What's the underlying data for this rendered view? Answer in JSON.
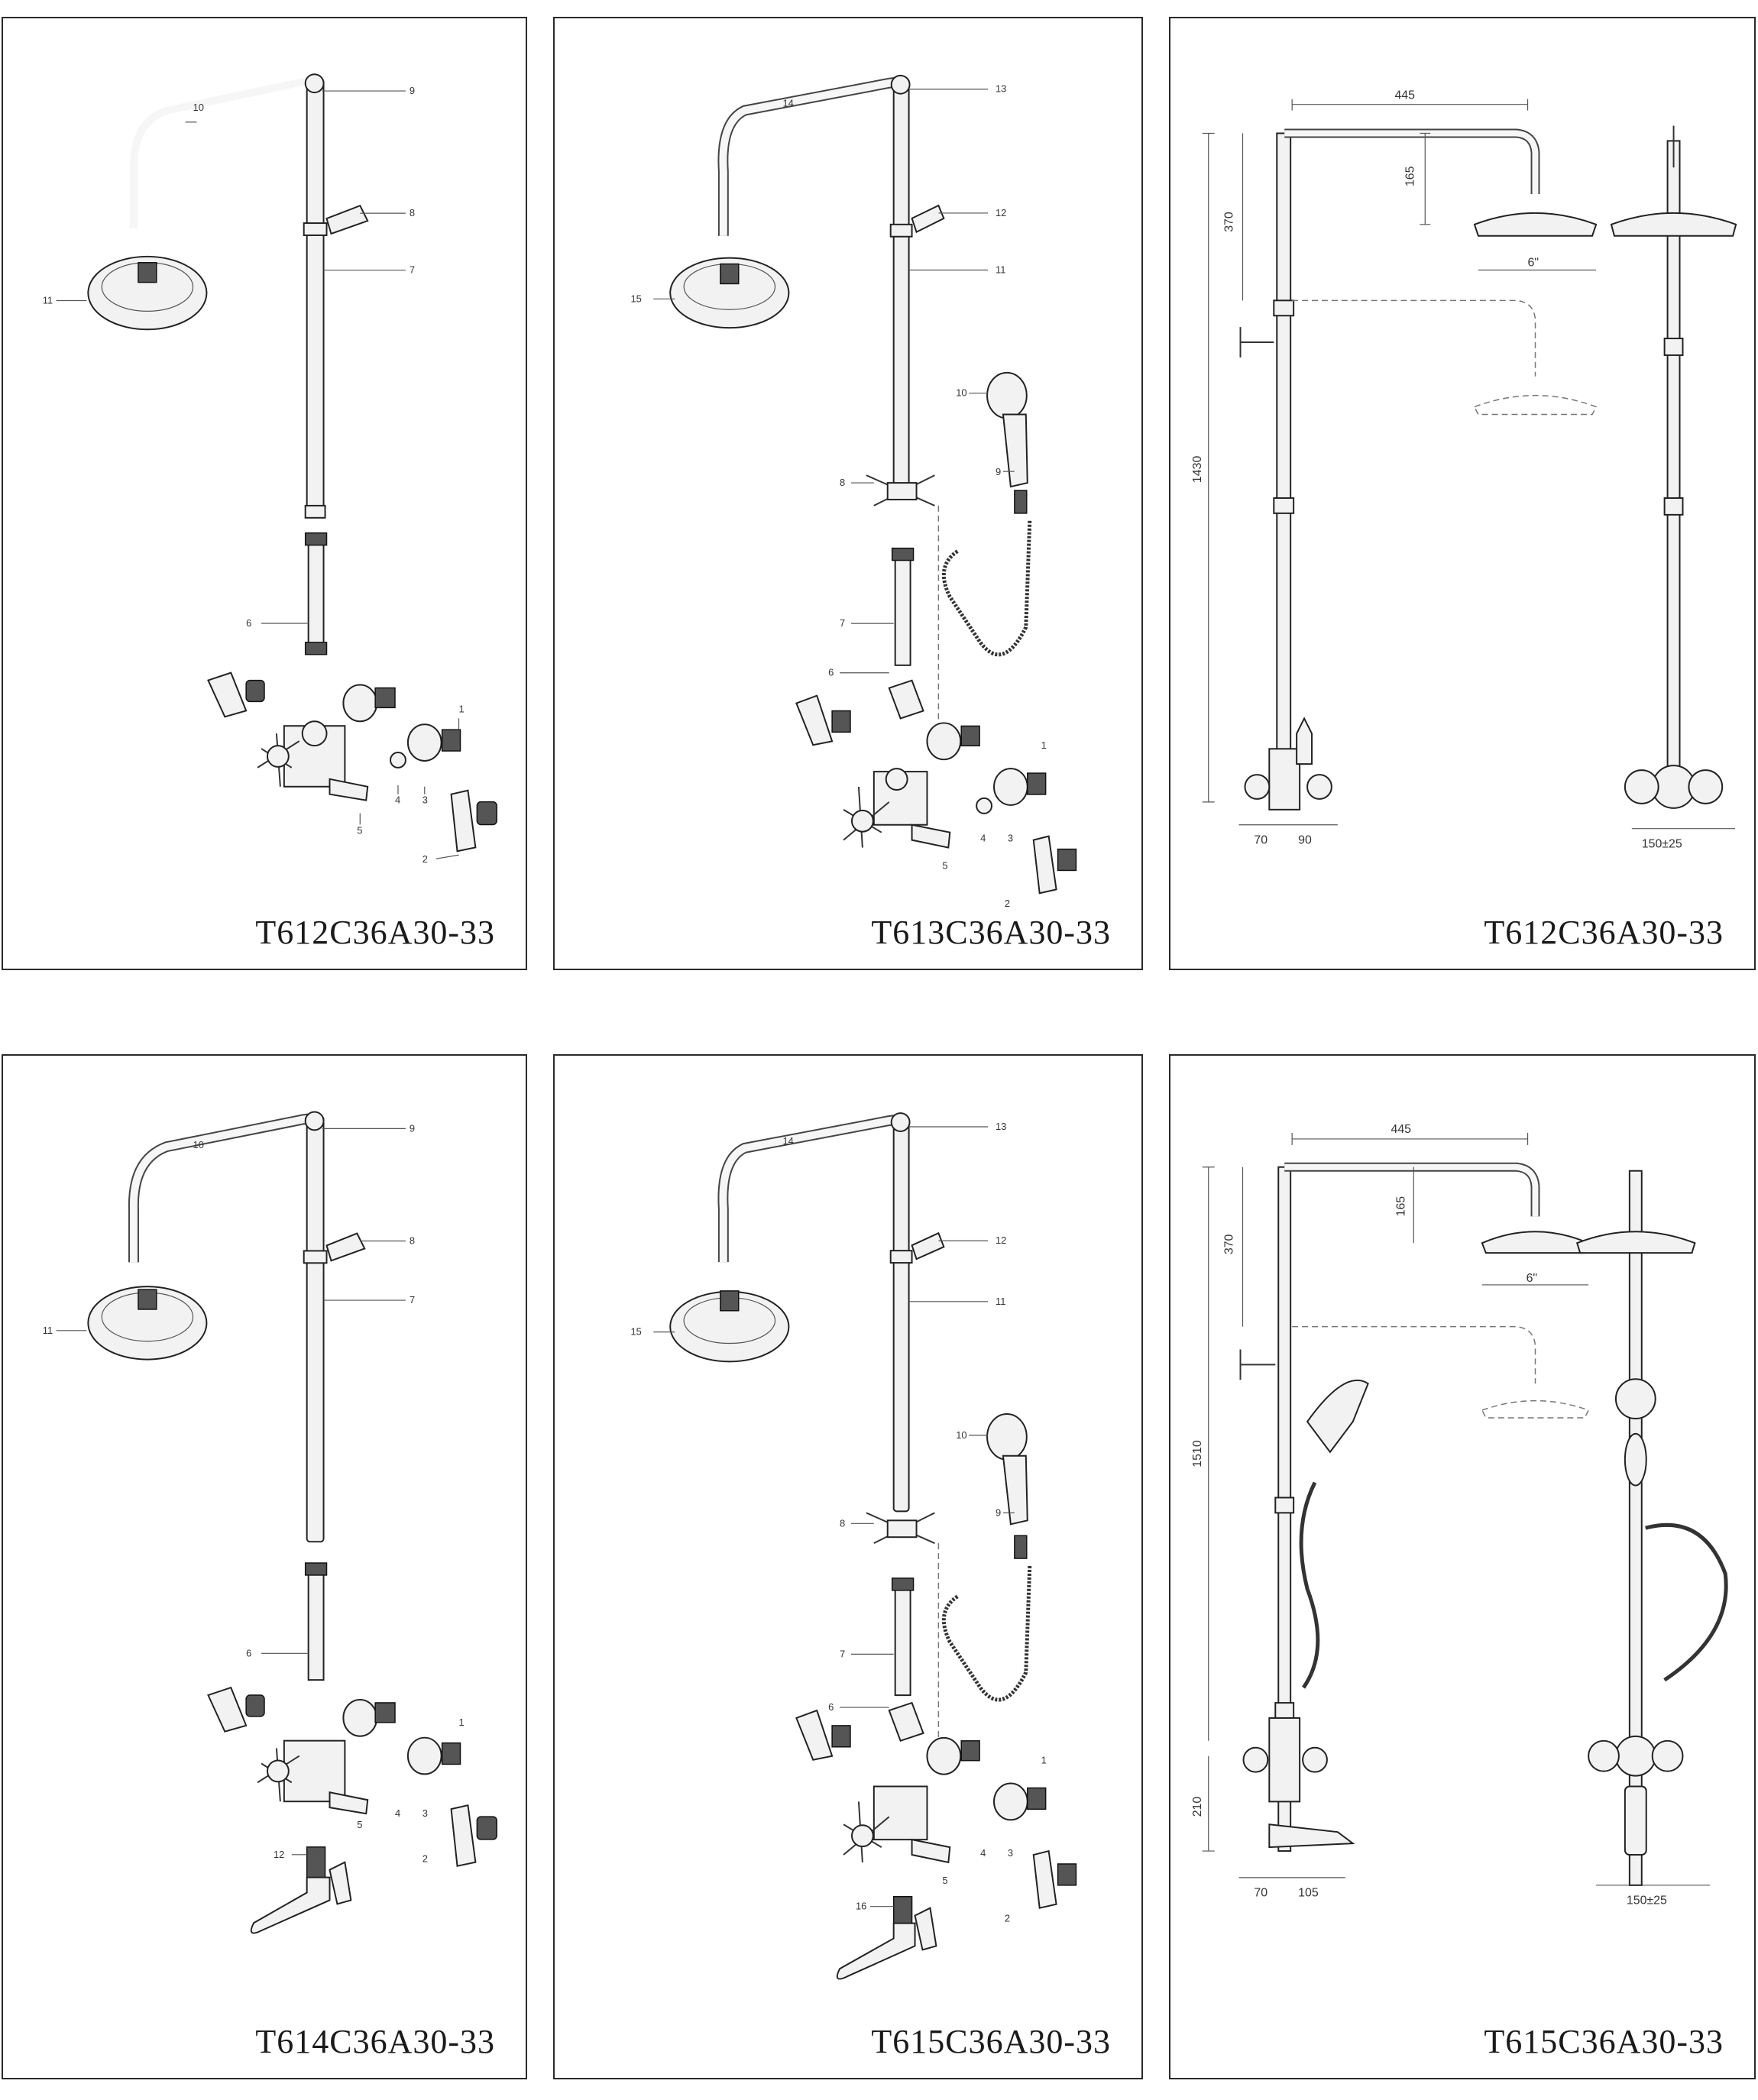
{
  "panels": [
    {
      "model": "T612C36A30-33",
      "labels": [
        "10",
        "9",
        "8",
        "7",
        "11",
        "6",
        "1",
        "3",
        "4",
        "5",
        "2"
      ]
    },
    {
      "model": "T613C36A30-33",
      "labels": [
        "14",
        "13",
        "12",
        "11",
        "15",
        "10",
        "9",
        "8",
        "7",
        "6",
        "1",
        "3",
        "4",
        "5",
        "2"
      ]
    },
    {
      "model": "T612C36A30-33",
      "dims": {
        "top_width": "445",
        "drop": "165",
        "head_size": "6\"",
        "height_upper": "370",
        "height_total": "1430",
        "base_left": "70",
        "base_right": "90",
        "centers": "150±25"
      }
    },
    {
      "model": "T614C36A30-33",
      "labels": [
        "10",
        "9",
        "8",
        "7",
        "11",
        "6",
        "1",
        "3",
        "4",
        "5",
        "2",
        "12"
      ]
    },
    {
      "model": "T615C36A30-33",
      "labels": [
        "14",
        "13",
        "12",
        "11",
        "15",
        "10",
        "9",
        "8",
        "7",
        "6",
        "1",
        "3",
        "4",
        "5",
        "2",
        "16"
      ]
    },
    {
      "model": "T615C36A30-33",
      "dims": {
        "top_width": "445",
        "drop": "165",
        "head_size": "6\"",
        "height_upper": "370",
        "height_total": "1510",
        "height_spout": "210",
        "base_left": "70",
        "base_right": "105",
        "centers": "150±25"
      }
    }
  ]
}
